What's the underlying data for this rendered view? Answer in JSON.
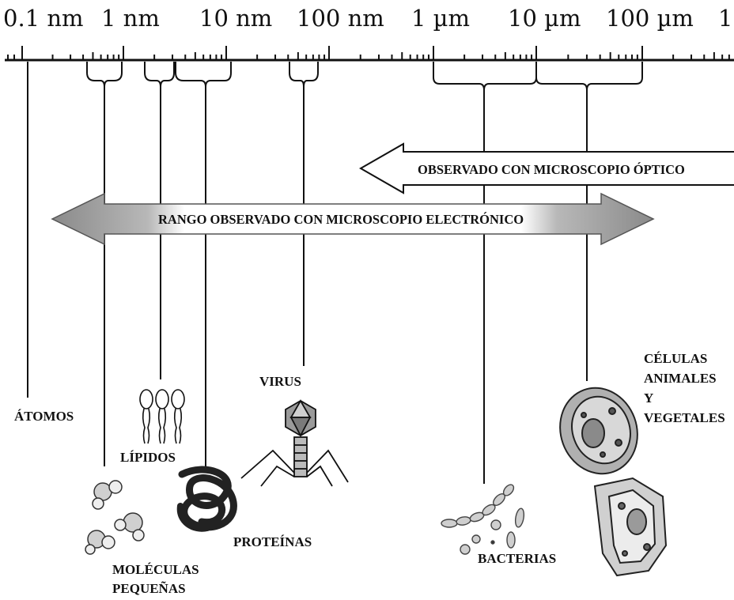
{
  "scale": {
    "labels": [
      "0.1 nm",
      "1 nm",
      "10 nm",
      "100 nm",
      "1 µm",
      "10 µm",
      "100 µm",
      "1"
    ]
  },
  "ranges": {
    "optical": "OBSERVADO CON MICROSCOPIO ÓPTICO",
    "electron": "RANGO OBSERVADO CON MICROSCOPIO ELECTRÓNICO"
  },
  "objects": {
    "atoms": "ÁTOMOS",
    "lipids": "LÍPIDOS",
    "small_molecules_1": "MOLÉCULAS",
    "small_molecules_2": "PEQUEÑAS",
    "proteins": "PROTEÍNAS",
    "virus": "VIRUS",
    "bacteria": "BACTERIAS",
    "cells_1": "CÉLULAS",
    "cells_2": "ANIMALES",
    "cells_3": "Y",
    "cells_4": "VEGETALES"
  }
}
